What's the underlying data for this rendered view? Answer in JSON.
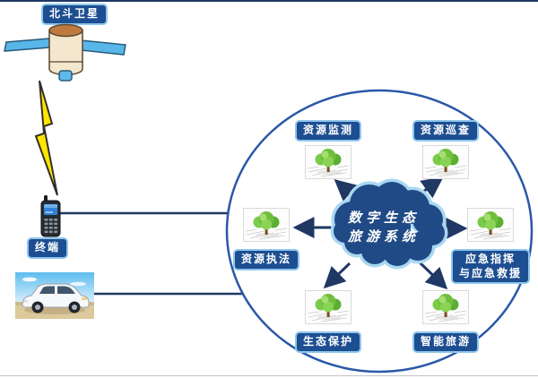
{
  "diagram": {
    "satellite": {
      "label": "北斗卫星",
      "icon": "satellite-icon"
    },
    "downlink": {
      "icon": "lightning-icon"
    },
    "terminal": {
      "label": "终端",
      "icon": "handheld-terminal-icon"
    },
    "vehicle": {
      "icon": "car-photo"
    },
    "system": {
      "shape": "cloud",
      "title_line1": "数字生态",
      "title_line2": "旅游系统"
    },
    "features": [
      {
        "id": "resource-monitoring",
        "label": "资源监测",
        "icon": "tree-photo"
      },
      {
        "id": "resource-inspection",
        "label": "资源巡查",
        "icon": "tree-photo"
      },
      {
        "id": "resource-law-enforcement",
        "label": "资源执法",
        "icon": "tree-photo"
      },
      {
        "id": "emergency-command-rescue",
        "label": "应急指挥",
        "label2": "与应急救援",
        "icon": "tree-photo"
      },
      {
        "id": "ecological-protection",
        "label": "生态保护",
        "icon": "tree-photo"
      },
      {
        "id": "smart-tourism",
        "label": "智能旅游",
        "icon": "tree-photo"
      }
    ]
  },
  "colors": {
    "line_navy": "#1F3864",
    "circle_border": "#2B57A8",
    "label_bg": "#1D4E91",
    "label_border": "#8FC6EC",
    "label_text": "#FFFFFF",
    "cloud_fill": "#204A85",
    "cloud_stroke": "#A9D7F2",
    "lightning_yellow": "#FFE500",
    "panel_blue": "#58B7E8",
    "satellite_body": "#F3E7CD",
    "satellite_top": "#BF7B3F",
    "tree_green": "#6FBE3C",
    "top_rule": "#1F3864",
    "bottom_rule": "#C4C4C4"
  }
}
